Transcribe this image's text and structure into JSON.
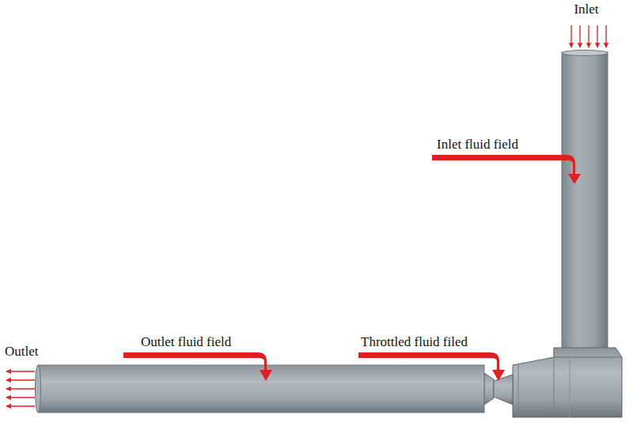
{
  "diagram": {
    "labels": [
      "Inlet",
      "Inlet fluid field",
      "Outlet fluid field",
      "Throttled fluid filed",
      "Outlet"
    ]
  }
}
